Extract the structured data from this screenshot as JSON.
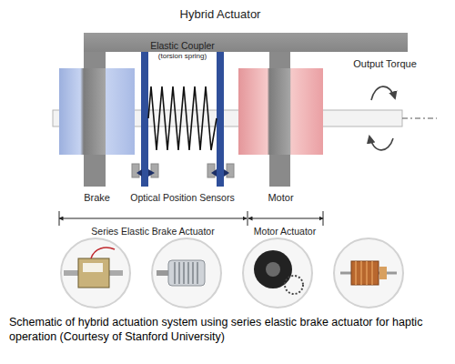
{
  "diagram": {
    "caption": "Schematic of hybrid actuation system using series elastic brake actuator for haptic operation (Courtesy of Stanford University)",
    "nodes": [
      {
        "text": [
          "Hybrid Actuator"
        ]
      },
      {
        "text": [
          "Brake"
        ]
      },
      {
        "text": [
          "Elastic Coupler",
          "(torsion spring)"
        ]
      },
      {
        "text": [
          "Motor"
        ]
      }
    ],
    "labels": [
      "Optical Position Sensors",
      "Output Torque",
      "Series Elastic Brake Actuator",
      "Motor Actuator"
    ]
  }
}
